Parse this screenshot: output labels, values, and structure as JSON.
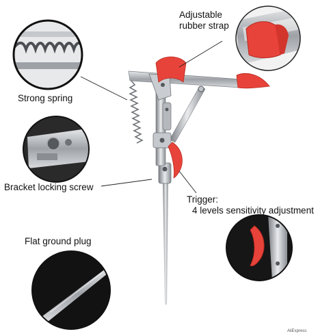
{
  "callouts": {
    "strap_line1": "Adjustable",
    "strap_line2": "rubber strap",
    "spring": "Strong spring",
    "screw": "Bracket locking screw",
    "trigger_line1": "Trigger:",
    "trigger_line2": "4 levels sensitivity adjustment",
    "plug": "Flat ground plug"
  },
  "colors": {
    "accent_red": "#e8433a",
    "steel": "#b9bcc0",
    "steel_dark": "#6f7378",
    "closeup_bg": "#111111"
  },
  "watermark": "AliExpress"
}
